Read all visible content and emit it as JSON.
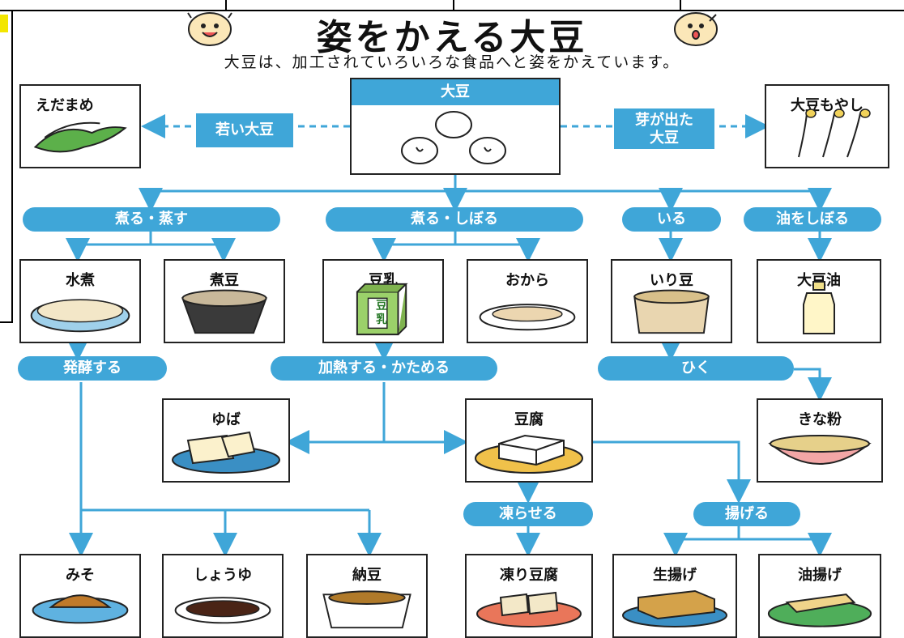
{
  "title": "姿をかえる大豆",
  "subtitle": "大豆は、加工されていろいろな食品へと姿をかえています。",
  "source": "大豆",
  "young_label": "若い大豆",
  "sprout_label": "芽が出た\n大豆",
  "top_products": {
    "left": "えだまめ",
    "right": "大豆もやし"
  },
  "processes": [
    "煮る・蒸す",
    "煮る・しぼる",
    "いる",
    "油をしぼる",
    "発酵する",
    "加熱する・かためる",
    "ひく",
    "凍らせる",
    "揚げる"
  ],
  "row1": [
    "水煮",
    "煮豆",
    "豆乳",
    "おから",
    "いり豆",
    "大豆油"
  ],
  "row2": [
    "ゆば",
    "豆腐",
    "きな粉"
  ],
  "row3": [
    "みそ",
    "しょうゆ",
    "納豆",
    "凍り豆腐",
    "生揚げ",
    "油揚げ"
  ],
  "carton_text": "豆\n乳",
  "colors": {
    "accent": "#3fa6d8",
    "line": "#3fa6d8",
    "border": "#222222"
  }
}
